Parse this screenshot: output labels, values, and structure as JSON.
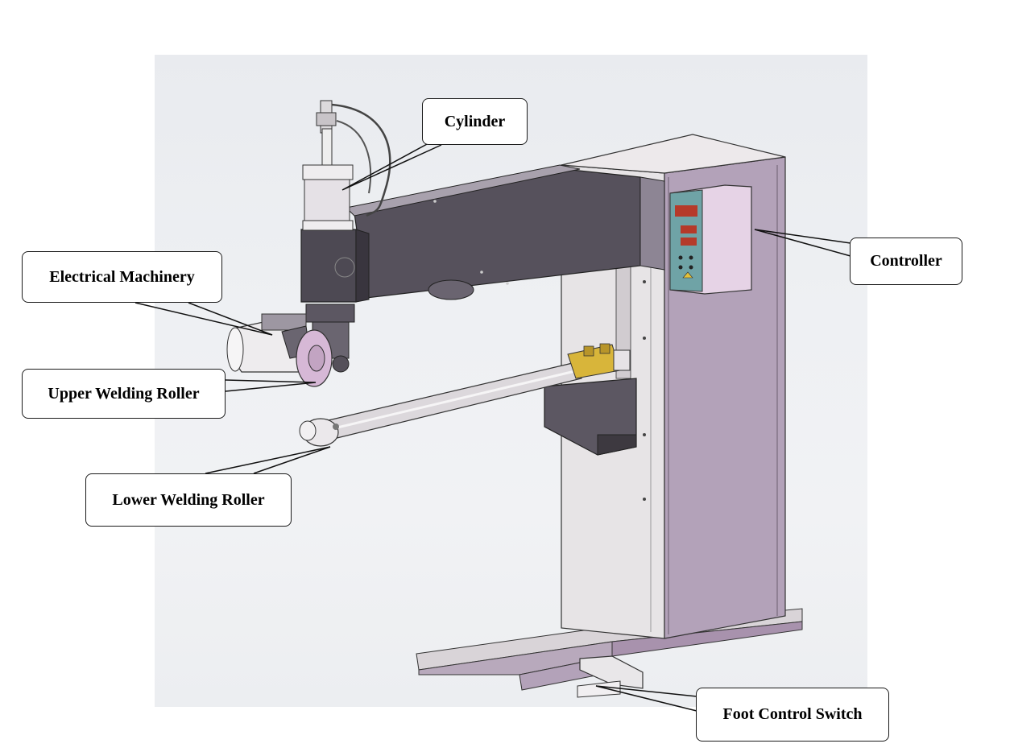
{
  "diagram": {
    "subject": "seam welding machine",
    "colors": {
      "frame_body": "#b3a2b9",
      "frame_front": "#e7e4e6",
      "arm_dark": "#56515c",
      "controller_box": "#e6d3e6",
      "controller_panel": "#6fa3a6",
      "roller_bronze": "#d8b53a",
      "callout_border": "#1a1a1a"
    },
    "labels": {
      "cylinder": "Cylinder",
      "electrical_machinery": "Electrical Machinery",
      "upper_welding_roller": "Upper Welding Roller",
      "lower_welding_roller": "Lower Welding Roller",
      "controller": "Controller",
      "foot_control_switch": "Foot Control Switch"
    }
  }
}
